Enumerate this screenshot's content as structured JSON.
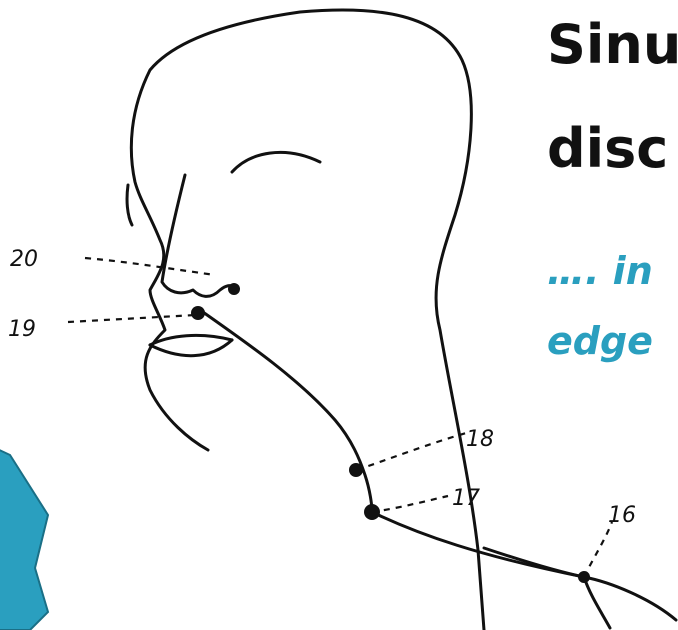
{
  "slide": {
    "title_lines": [
      "Sinu",
      "disc"
    ],
    "subtitle_lines": [
      "…. in",
      "edge"
    ],
    "accent_color": "#2a9fbf",
    "shape_color": "#2a9fbf",
    "shape_border_color": "#1a6f86"
  },
  "diagram": {
    "point_labels": [
      "20",
      "19",
      "18",
      "17",
      "16"
    ]
  }
}
